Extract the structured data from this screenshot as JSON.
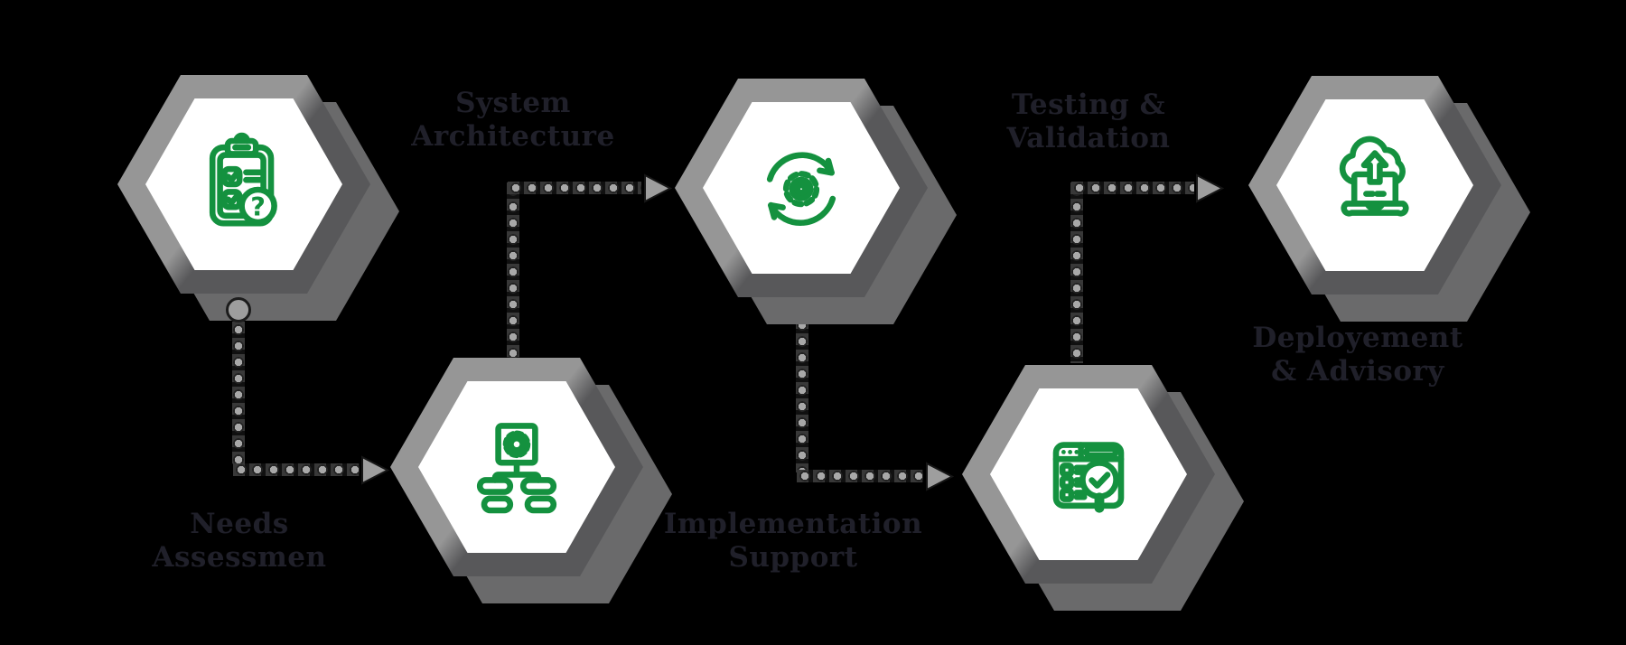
{
  "colors": {
    "background": "#000000",
    "accent_green": "#14913f",
    "hex_light": "#969696",
    "hex_dark": "#58585a",
    "hex_shadow": "#6a6a6b",
    "hex_inner": "#ffffff",
    "dot_fill": "#a8a8a8",
    "dot_ring": "#222222",
    "arrow_fill": "#9e9e9e",
    "label_color": "#20202a"
  },
  "steps": [
    {
      "id": "needs-assessment",
      "label_line1": "Needs",
      "label_line2": "Assessmen",
      "icon": "clipboard-checklist-icon"
    },
    {
      "id": "system-architecture",
      "label_line1": "System",
      "label_line2": "Architecture",
      "icon": "org-chart-gear-icon"
    },
    {
      "id": "implementation-support",
      "label_line1": "Implementation",
      "label_line2": "Support",
      "icon": "gear-sync-arrows-icon"
    },
    {
      "id": "testing-validation",
      "label_line1": "Testing &",
      "label_line2": "Validation",
      "icon": "browser-audit-magnifier-icon"
    },
    {
      "id": "deployment-advisory",
      "label_line1": "Deployement",
      "label_line2": "& Advisory",
      "icon": "cloud-upload-laptop-icon"
    }
  ]
}
